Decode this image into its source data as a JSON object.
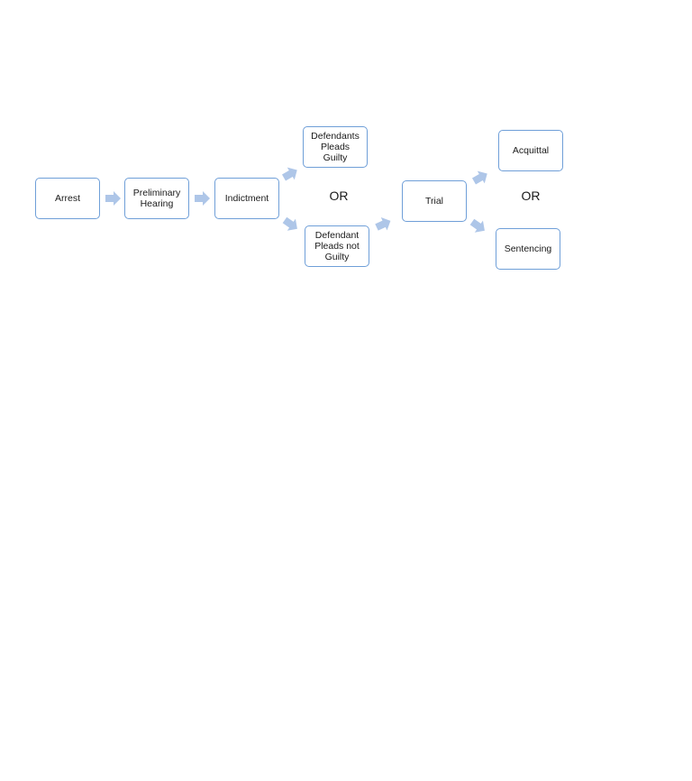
{
  "diagram": {
    "type": "flowchart",
    "colors": {
      "box_border": "#6f9fd8",
      "arrow_fill": "#aec6e8",
      "text": "#1a1a1a",
      "background": "#ffffff"
    },
    "nodes": [
      {
        "id": "arrest",
        "label": "Arrest"
      },
      {
        "id": "preliminary_hearing",
        "label": "Preliminary\nHearing"
      },
      {
        "id": "indictment",
        "label": "Indictment"
      },
      {
        "id": "pleads_guilty",
        "label": "Defendants\nPleads\nGuilty"
      },
      {
        "id": "pleads_not_guilty",
        "label": "Defendant\nPleads not\nGuilty"
      },
      {
        "id": "trial",
        "label": "Trial"
      },
      {
        "id": "acquittal",
        "label": "Acquittal"
      },
      {
        "id": "sentencing",
        "label": "Sentencing"
      }
    ],
    "or_labels": [
      "OR",
      "OR"
    ],
    "edges": [
      {
        "from": "arrest",
        "to": "preliminary_hearing"
      },
      {
        "from": "preliminary_hearing",
        "to": "indictment"
      },
      {
        "from": "indictment",
        "to": "pleads_guilty"
      },
      {
        "from": "indictment",
        "to": "pleads_not_guilty"
      },
      {
        "from": "pleads_not_guilty",
        "to": "trial"
      },
      {
        "from": "trial",
        "to": "acquittal"
      },
      {
        "from": "trial",
        "to": "sentencing"
      }
    ]
  }
}
